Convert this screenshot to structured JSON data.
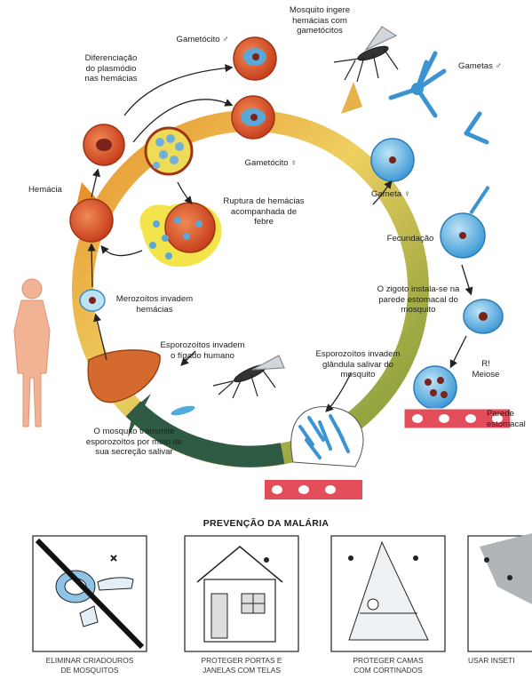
{
  "colors": {
    "ring_orange": "#e8922e",
    "ring_yellow": "#eed061",
    "ring_green": "#8fa339",
    "ring_dark": "#2f5b44",
    "rbc": "#e0552a",
    "cell_blue": "#4faadf",
    "nucleus": "#8a2b22"
  },
  "cycle": {
    "diferenciacao": "Diferenciação\ndo plasmódio\nnas hemácias",
    "gametocito_m": "Gametócito ♂",
    "mosquito_ingere": "Mosquito ingere\nhemácias com\ngametócitos",
    "gametas_m": "Gametas ♂",
    "gametocito_f": "Gametócito ♀",
    "gameta_f": "Gameta ♀",
    "hemacia": "Hemácia",
    "ruptura": "Ruptura de hemácias\nacompanhada de\nfebre",
    "fecundacao": "Fecundação",
    "zigoto": "O zigoto instala-se na\nparede estomacal do\nmosquito",
    "merozoitos": "Merozoítos invadem\nhemácias",
    "esporo_figado": "Esporozoítos invadem\no fígado humano",
    "esporo_glandula": "Esporozoítos invadem\nglândula salivar do\nmosquito",
    "r_meiose": "R!\nMeiose",
    "parede": "Parede\nestomacal",
    "transmite": "O mosquito transmite\nesporozoítos por meio de\nsua secreção salivar"
  },
  "prevention": {
    "title": "PREVENÇÃO DA MALÁRIA",
    "panels": [
      {
        "caption": "ELIMINAR CRIADOUROS\nDE MOSQUITOS",
        "icon": "no-breeding-icon"
      },
      {
        "caption": "PROTEGER PORTAS E\nJANELAS COM TELAS",
        "icon": "screened-house-icon"
      },
      {
        "caption": "PROTEGER CAMAS\nCOM CORTINADOS",
        "icon": "bed-net-icon"
      },
      {
        "caption": "USAR INSETI",
        "icon": "insecticide-icon"
      }
    ]
  }
}
